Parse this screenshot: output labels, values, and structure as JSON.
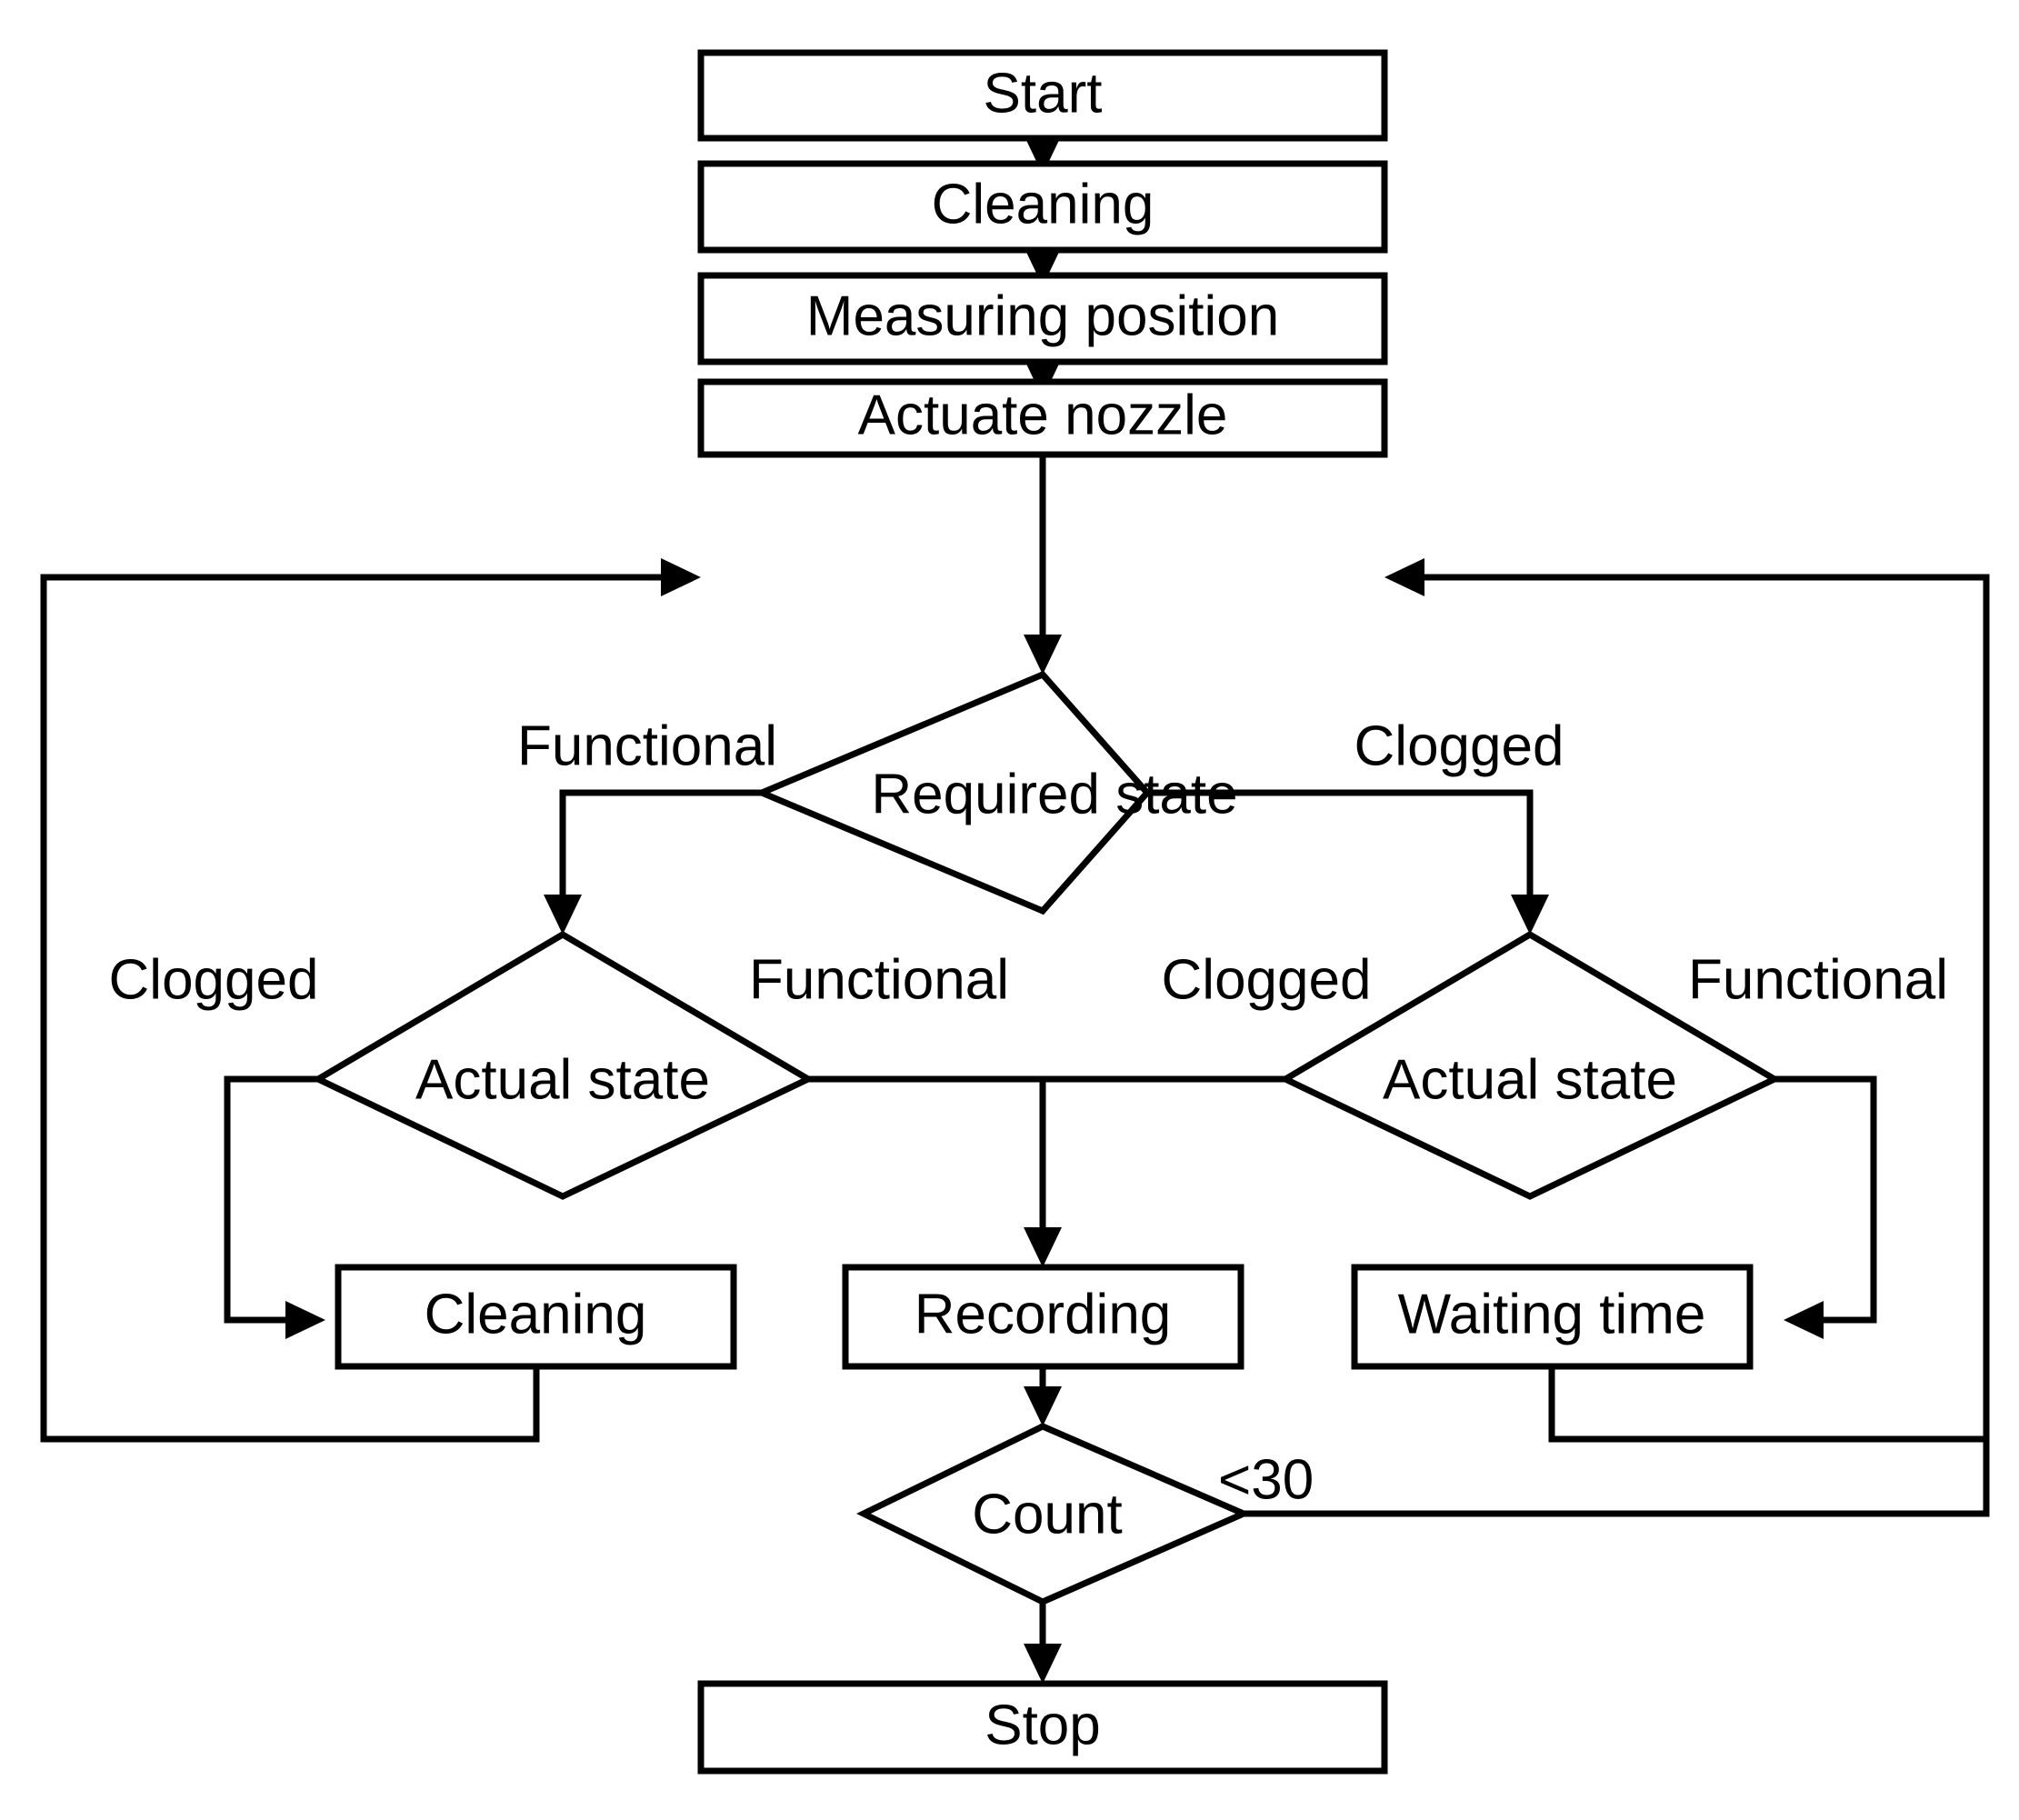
{
  "diagram": {
    "type": "flowchart",
    "orientation": "top-to-bottom",
    "background_color": "#ffffff",
    "stroke_color": "#000000",
    "nodes": {
      "start": {
        "label": "Start",
        "shape": "process-box"
      },
      "cleaning_top": {
        "label": "Cleaning",
        "shape": "process-box"
      },
      "measuring_position": {
        "label": "Measuring position",
        "shape": "process-box"
      },
      "actuate_nozzle": {
        "label": "Actuate nozzle",
        "shape": "process-box"
      },
      "required_state": {
        "label": "Required state",
        "shape": "decision-diamond"
      },
      "actual_state_left": {
        "label": "Actual state",
        "shape": "decision-diamond"
      },
      "actual_state_right": {
        "label": "Actual state",
        "shape": "decision-diamond"
      },
      "cleaning_bottom": {
        "label": "Cleaning",
        "shape": "process-box"
      },
      "recording": {
        "label": "Recording",
        "shape": "process-box"
      },
      "waiting_time": {
        "label": "Waiting time",
        "shape": "process-box"
      },
      "count": {
        "label": "Count",
        "shape": "decision-diamond"
      },
      "stop": {
        "label": "Stop",
        "shape": "process-box"
      }
    },
    "edge_labels": {
      "required_functional": "Functional",
      "required_clogged": "Clogged",
      "left_clogged": "Clogged",
      "left_functional": "Functional",
      "right_clogged": "Clogged",
      "right_functional": "Functional",
      "count_less_than_30": "<30"
    }
  }
}
